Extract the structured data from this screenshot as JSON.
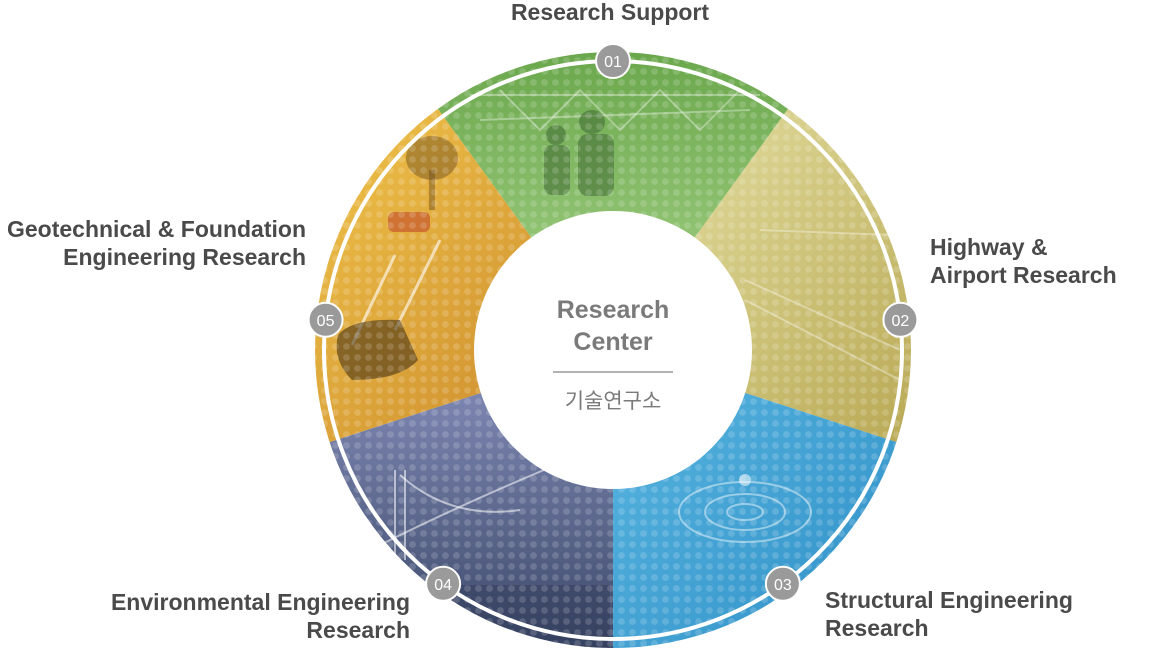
{
  "center": {
    "title_line1": "Research",
    "title_line2": "Center",
    "subtitle": "기술연구소"
  },
  "segments": [
    {
      "number": "01",
      "label_lines": [
        "Research Support"
      ],
      "color": "#8dc26b",
      "photo": "engineers-on-steel-truss"
    },
    {
      "number": "02",
      "label_lines": [
        "Highway &",
        "Airport Research"
      ],
      "color": "#d8d078",
      "photo": "airport-construction-site"
    },
    {
      "number": "03",
      "label_lines": [
        "Structural Engineering",
        "Research"
      ],
      "color": "#3fa6d6",
      "photo": "water-droplet-ripple"
    },
    {
      "number": "04",
      "label_lines": [
        "Environmental Engineering",
        "Research"
      ],
      "color": "#6b79ad",
      "photo": "suspension-bridge"
    },
    {
      "number": "05",
      "label_lines": [
        "Geotechnical & Foundation",
        "Engineering Research"
      ],
      "color": "#e8a33a",
      "photo": "car-side-mirror-road"
    }
  ],
  "colors": {
    "label_text": "#4a4a4a",
    "badge": "#9a9a9a",
    "ring": "#ffffff",
    "center_text": "#7a7a7a"
  }
}
